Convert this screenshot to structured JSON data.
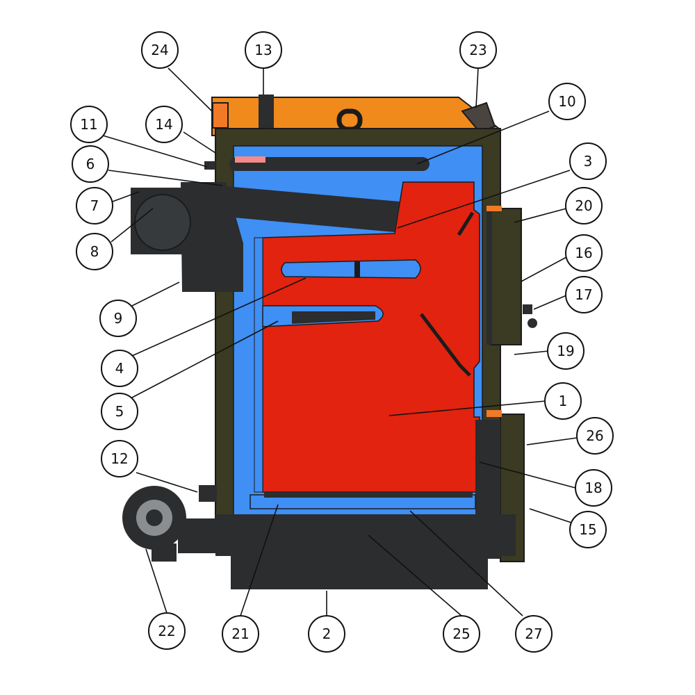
{
  "colors": {
    "casing": "#f08a1c",
    "insulation": "#3b3a22",
    "water_jacket": "#3f8ff5",
    "combustion": "#e1230f",
    "steel": "#2b2d2f",
    "accent": "#f07a28"
  },
  "callouts": [
    {
      "id": "c24",
      "label": "24"
    },
    {
      "id": "c13",
      "label": "13"
    },
    {
      "id": "c23",
      "label": "23"
    },
    {
      "id": "c10",
      "label": "10"
    },
    {
      "id": "c11",
      "label": "11"
    },
    {
      "id": "c14",
      "label": "14"
    },
    {
      "id": "c6",
      "label": "6"
    },
    {
      "id": "c3",
      "label": "3"
    },
    {
      "id": "c7",
      "label": "7"
    },
    {
      "id": "c20",
      "label": "20"
    },
    {
      "id": "c8",
      "label": "8"
    },
    {
      "id": "c16",
      "label": "16"
    },
    {
      "id": "c17",
      "label": "17"
    },
    {
      "id": "c9",
      "label": "9"
    },
    {
      "id": "c4",
      "label": "4"
    },
    {
      "id": "c19",
      "label": "19"
    },
    {
      "id": "c5",
      "label": "5"
    },
    {
      "id": "c1",
      "label": "1"
    },
    {
      "id": "c26",
      "label": "26"
    },
    {
      "id": "c12",
      "label": "12"
    },
    {
      "id": "c18",
      "label": "18"
    },
    {
      "id": "c15",
      "label": "15"
    },
    {
      "id": "c22",
      "label": "22"
    },
    {
      "id": "c21",
      "label": "21"
    },
    {
      "id": "c2",
      "label": "2"
    },
    {
      "id": "c25",
      "label": "25"
    },
    {
      "id": "c27",
      "label": "27"
    }
  ]
}
